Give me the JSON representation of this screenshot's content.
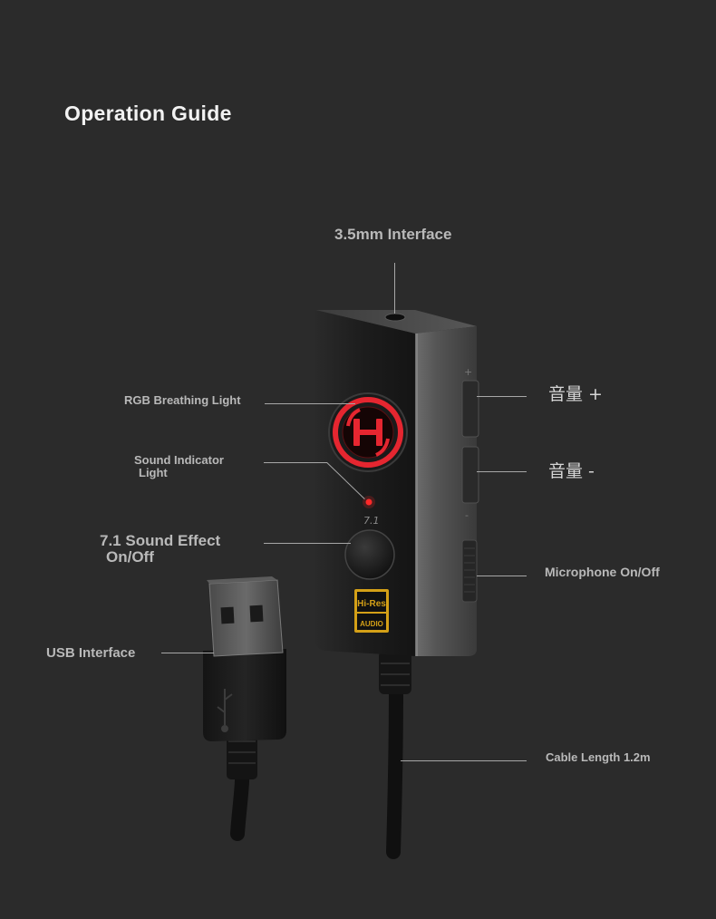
{
  "title": "Operation Guide",
  "labels": {
    "interface_35mm": "3.5mm Interface",
    "rgb_light": "RGB Breathing Light",
    "sound_indicator_line1": "Sound Indicator",
    "sound_indicator_line2": "Light",
    "sound_effect_line1": "7.1 Sound Effect",
    "sound_effect_line2": "On/Off",
    "usb_interface": "USB Interface",
    "volume_up": "音量 +",
    "volume_down": "音量 -",
    "mic_onoff": "Microphone On/Off",
    "cable_length": "Cable Length 1.2m"
  },
  "device": {
    "button_marking": "7.1",
    "badge_line1": "Hi-Res",
    "badge_line2": "AUDIO",
    "plus_mark": "+",
    "minus_mark": "-"
  },
  "colors": {
    "background": "#2b2b2b",
    "rgb_red": "#e52630",
    "badge_gold": "#d4a017"
  }
}
